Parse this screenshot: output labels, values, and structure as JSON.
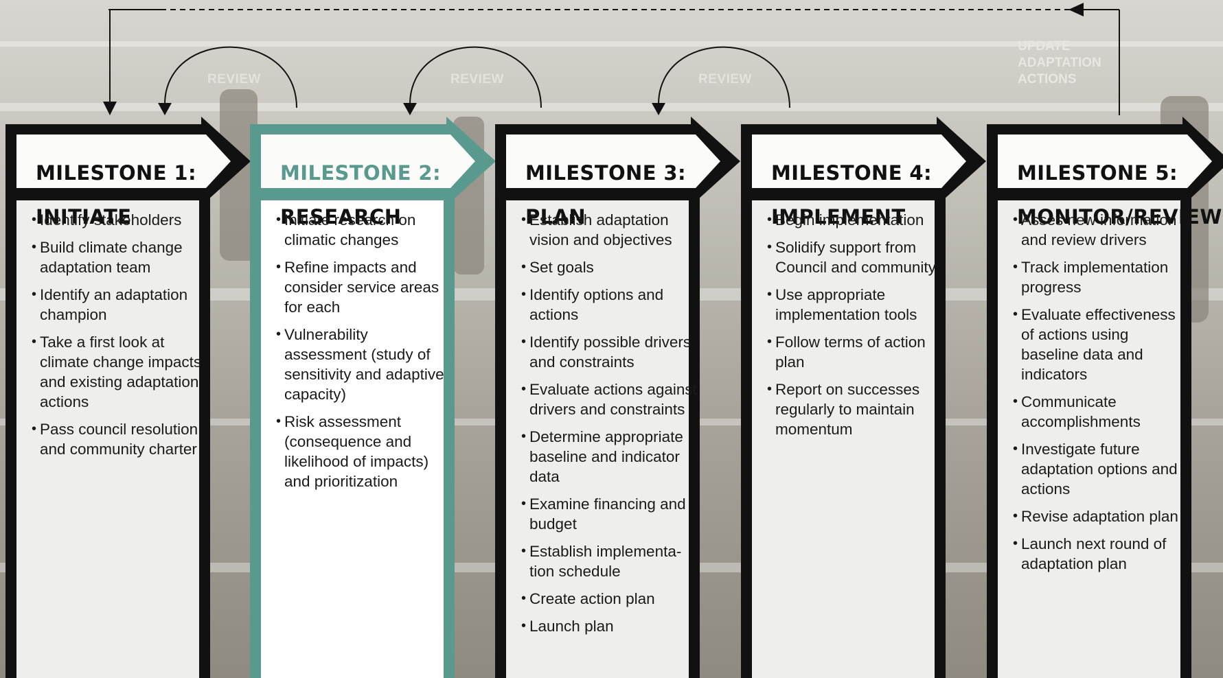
{
  "accent_color": "#5a9a8e",
  "review_labels": [
    "REVIEW",
    "REVIEW",
    "REVIEW"
  ],
  "update_label": "UPDATE\nADAPTATION\nACTIONS",
  "milestones": [
    {
      "title_line1": "MILESTONE 1:",
      "title_line2": "INITIATE",
      "items": [
        "Identify stakeholders",
        "Build climate change adaptation team",
        "Identify an adaptation champion",
        "Take a first look at climate change impacts and existing adaptation actions",
        "Pass council resolution and community charter"
      ]
    },
    {
      "title_line1": "MILESTONE 2:",
      "title_line2": "RESEARCH",
      "items": [
        "Initiate research on climatic changes",
        "Refine impacts and consider service areas for each",
        "Vulnerability assessment (study of sensitivity and adaptive capacity)",
        "Risk assessment (consequence and likelihood of impacts) and prioritization"
      ]
    },
    {
      "title_line1": "MILESTONE 3:",
      "title_line2": "PLAN",
      "items": [
        "Establish adaptation vision and objectives",
        "Set goals",
        "Identify options and actions",
        "Identify possible drivers and constraints",
        "Evaluate actions against drivers and constraints",
        "Determine appropriate baseline and indicator data",
        "Examine financing and budget",
        "Establish implementa-tion schedule",
        "Create action plan",
        "Launch plan"
      ]
    },
    {
      "title_line1": "MILESTONE 4:",
      "title_line2": "IMPLEMENT",
      "items": [
        "Begin implementation",
        "Solidify support from Council and community",
        "Use appropriate implementation tools",
        "Follow terms of action plan",
        "Report on successes regularly to maintain momentum"
      ]
    },
    {
      "title_line1": "MILESTONE 5:",
      "title_line2": "MONITOR/REVIEW",
      "items": [
        "Asses new information and review drivers",
        "Track implementation progress",
        "Evaluate effectiveness of actions using baseline data and indicators",
        "Communicate accomplishments",
        "Investigate future adaptation options and actions",
        "Revise adaptation plan",
        "Launch next round of adaptation plan"
      ]
    }
  ]
}
